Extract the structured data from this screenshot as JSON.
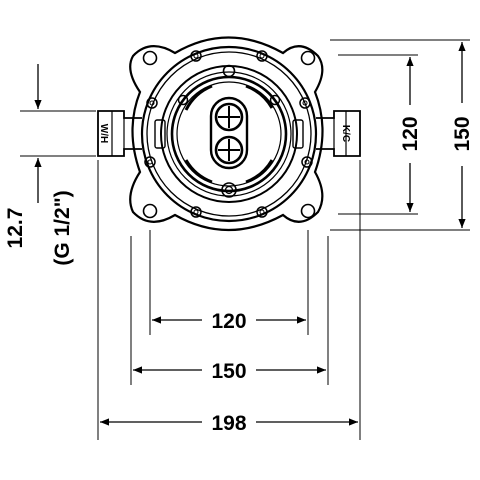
{
  "drawing": {
    "dimensions": {
      "bottom_inner_width": "120",
      "bottom_mid_width": "150",
      "bottom_overall_width": "198",
      "right_inner_height": "120",
      "right_outer_height": "150",
      "left_offset": "12.7",
      "left_thread": "(G 1/2\")"
    },
    "ports": {
      "left": "W/H",
      "right": "K/C"
    }
  }
}
